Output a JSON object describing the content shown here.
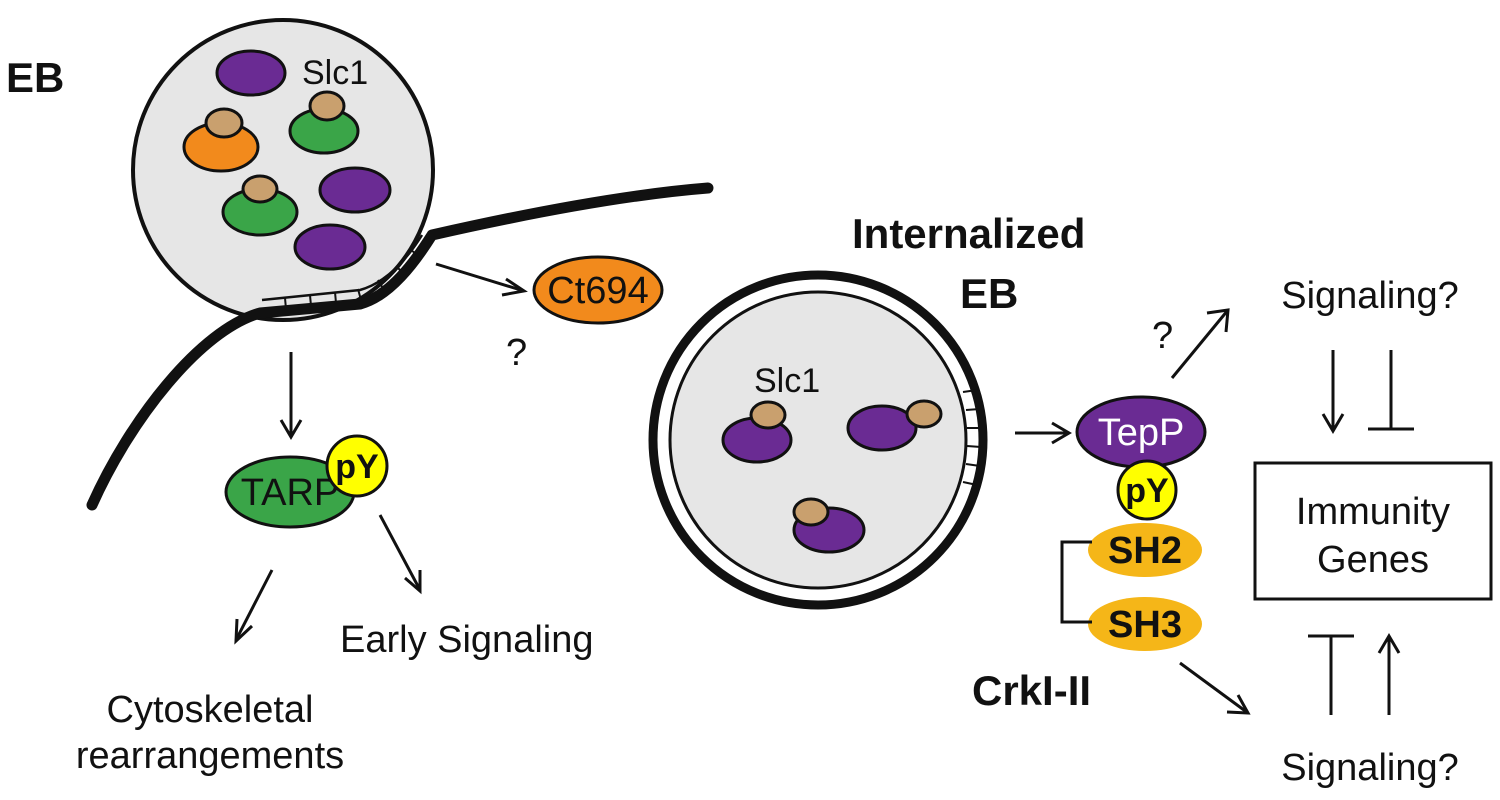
{
  "labels": {
    "eb": "EB",
    "slc1_top": "Slc1",
    "ct694": "Ct694",
    "question_ct694": "?",
    "tarp": "TARP",
    "py_tarp": "pY",
    "early_signaling": "Early Signaling",
    "cyto_line1": "Cytoskeletal",
    "cyto_line2": "rearrangements",
    "internalized_line1": "Internalized",
    "internalized_line2": "EB",
    "slc1_internal": "Slc1",
    "question_tepp": "?",
    "signaling_top": "Signaling?",
    "tepp": "TepP",
    "py_tepp": "pY",
    "sh2": "SH2",
    "sh3": "SH3",
    "crki": "CrkI-II",
    "immunity_line1": "Immunity",
    "immunity_line2": "Genes",
    "signaling_bottom": "Signaling?"
  },
  "colors": {
    "purple": "#6a2b93",
    "green": "#3aa548",
    "orange": "#f28a1c",
    "tan": "#c9a06e",
    "yellow": "#ffff00",
    "sh_orange": "#f5b618",
    "eb_fill": "#e6e6e6",
    "stroke": "#111111"
  }
}
